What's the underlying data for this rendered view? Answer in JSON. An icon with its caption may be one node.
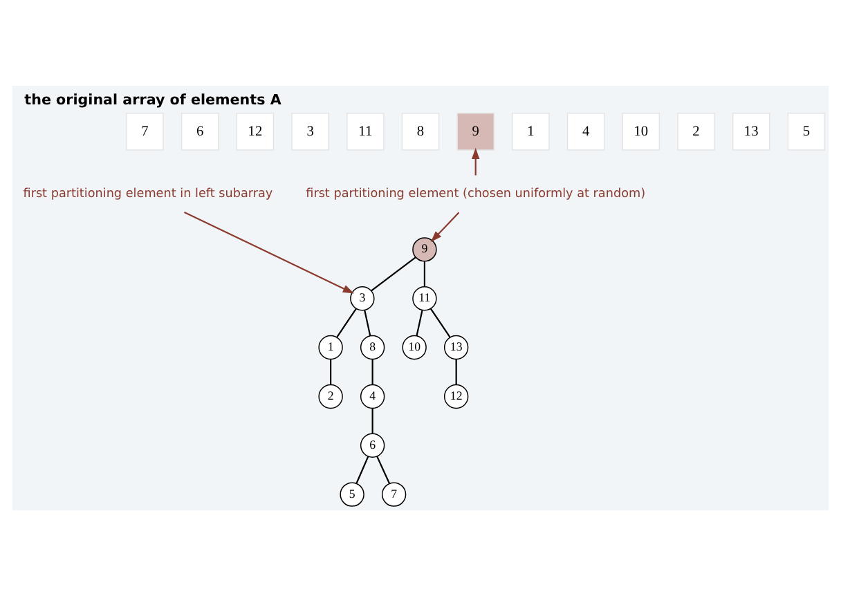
{
  "diagram": {
    "title": "the original array of elements A",
    "nodes": [
      {
        "text": [
          "7"
        ]
      },
      {
        "text": [
          "6"
        ]
      },
      {
        "text": [
          "12"
        ]
      },
      {
        "text": [
          "3"
        ]
      },
      {
        "text": [
          "11"
        ]
      },
      {
        "text": [
          "8"
        ]
      },
      {
        "text": [
          "9"
        ]
      },
      {
        "text": [
          "1"
        ]
      },
      {
        "text": [
          "4"
        ]
      },
      {
        "text": [
          "10"
        ]
      },
      {
        "text": [
          "2"
        ]
      },
      {
        "text": [
          "13"
        ]
      },
      {
        "text": [
          "5"
        ]
      },
      {
        "text": [
          "first partitioning element (chosen uniformly at random)"
        ]
      },
      {
        "text": [
          "first partitioning element in left subarray"
        ]
      },
      {
        "text": [
          "9"
        ]
      },
      {
        "text": [
          "3"
        ]
      },
      {
        "text": [
          "11"
        ]
      },
      {
        "text": [
          "1"
        ]
      },
      {
        "text": [
          "8"
        ]
      },
      {
        "text": [
          "10"
        ]
      },
      {
        "text": [
          "13"
        ]
      },
      {
        "text": [
          "2"
        ]
      },
      {
        "text": [
          "4"
        ]
      },
      {
        "text": [
          "12"
        ]
      },
      {
        "text": [
          "6"
        ]
      },
      {
        "text": [
          "5"
        ]
      },
      {
        "text": [
          "7"
        ]
      }
    ],
    "edges": [
      {
        "from": 13,
        "to": 6,
        "arrow": "to",
        "color": "#8b3a2e"
      },
      {
        "from": 13,
        "to": 15,
        "arrow": "to",
        "color": "#8b3a2e"
      },
      {
        "from": 14,
        "to": 16,
        "arrow": "to",
        "color": "#8b3a2e"
      },
      {
        "from": 15,
        "to": 16,
        "arrow": "none"
      },
      {
        "from": 15,
        "to": 17,
        "arrow": "none"
      },
      {
        "from": 16,
        "to": 18,
        "arrow": "none"
      },
      {
        "from": 16,
        "to": 19,
        "arrow": "none"
      },
      {
        "from": 17,
        "to": 20,
        "arrow": "none"
      },
      {
        "from": 17,
        "to": 21,
        "arrow": "none"
      },
      {
        "from": 18,
        "to": 22,
        "arrow": "none"
      },
      {
        "from": 19,
        "to": 23,
        "arrow": "none"
      },
      {
        "from": 21,
        "to": 24,
        "arrow": "none"
      },
      {
        "from": 23,
        "to": 25,
        "arrow": "none"
      },
      {
        "from": 25,
        "to": 26,
        "arrow": "none"
      },
      {
        "from": 25,
        "to": 27,
        "arrow": "none"
      }
    ]
  }
}
